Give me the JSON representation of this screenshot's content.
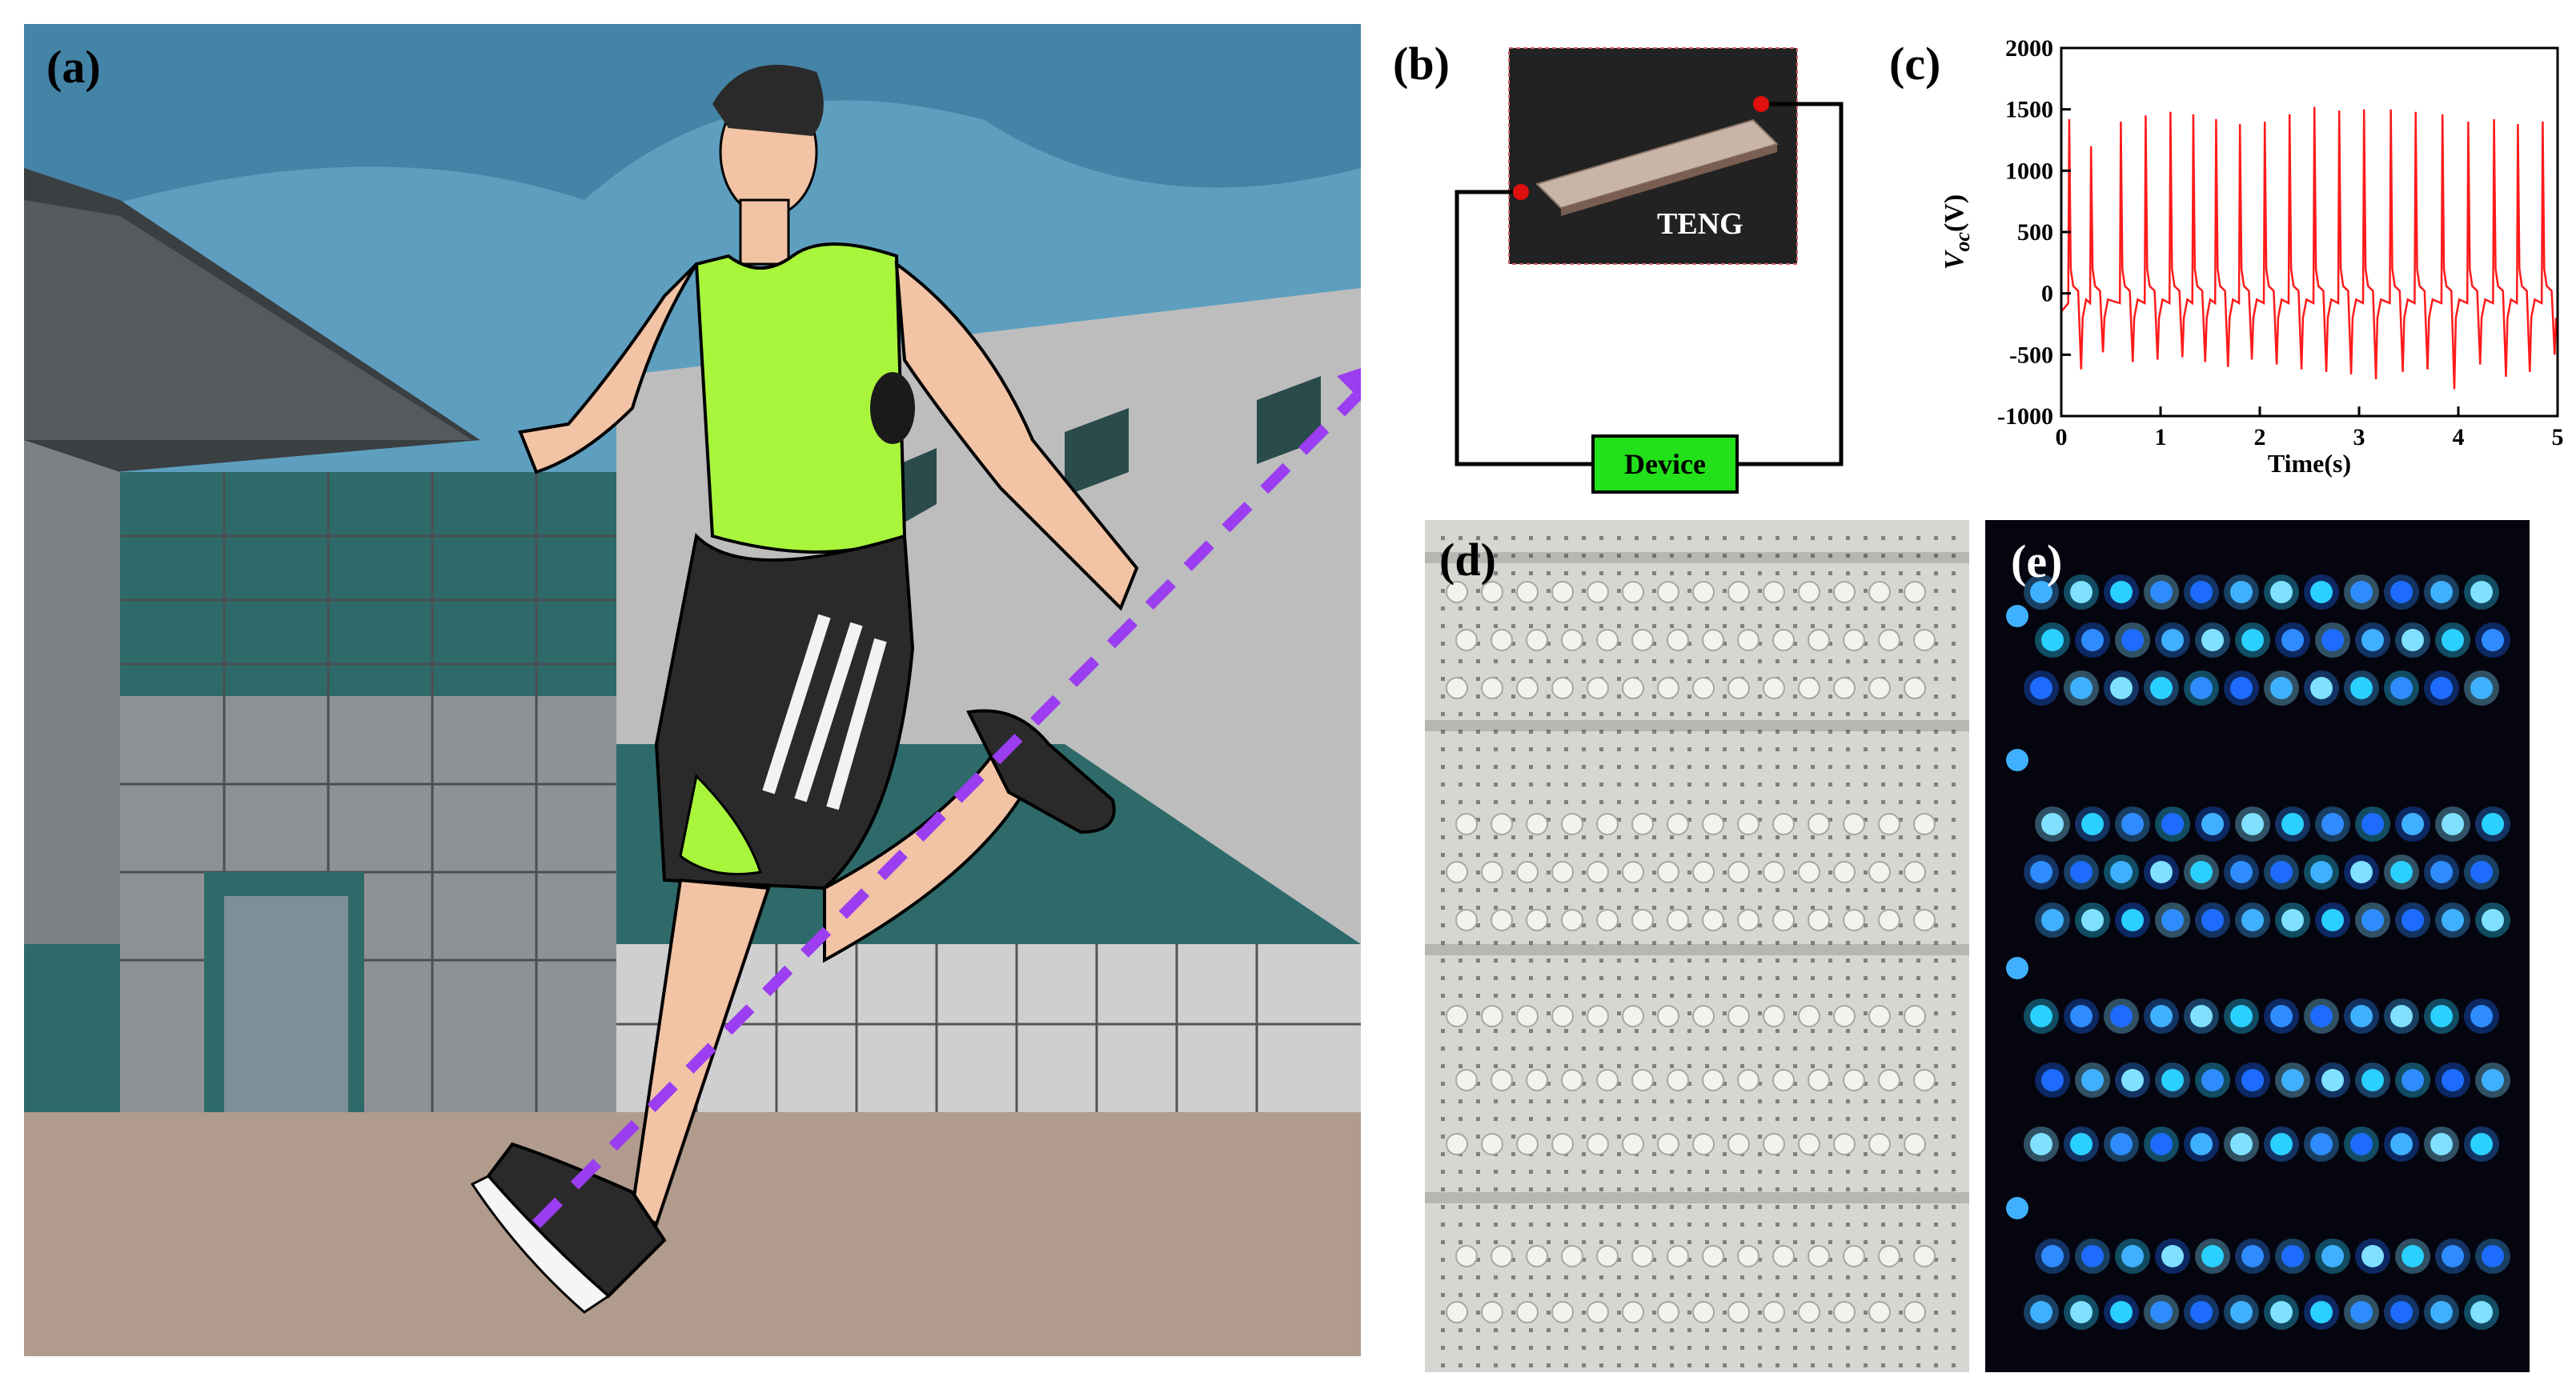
{
  "panels": {
    "a": {
      "label": "(a)"
    },
    "b": {
      "label": "(b)",
      "teng_label": "TENG",
      "device_label": "Device"
    },
    "c": {
      "label": "(c)"
    },
    "d": {
      "label": "(d)"
    },
    "e": {
      "label": "(e)"
    }
  },
  "colors": {
    "sky": "#5e9fc0",
    "vest": "#a8f53c",
    "arrow": "#9b3df0",
    "trace": "#ff1a1a",
    "device_box": "#22e01a",
    "led_on": "#3fb0ff",
    "led_board": "#d8d6d2"
  },
  "chart_data": {
    "type": "line",
    "xlabel": "Time(s)",
    "ylabel_main": "V",
    "ylabel_sub": "oc",
    "ylabel_unit": "(V)",
    "xlim": [
      0,
      5
    ],
    "ylim": [
      -1000,
      2000
    ],
    "xticks": [
      0,
      1,
      2,
      3,
      4,
      5
    ],
    "yticks": [
      -1000,
      -500,
      0,
      500,
      1000,
      1500,
      2000
    ],
    "series": [
      {
        "values": {
          "peak_times": [
            0.08,
            0.3,
            0.6,
            0.85,
            1.1,
            1.33,
            1.56,
            1.8,
            2.05,
            2.3,
            2.55,
            2.8,
            3.05,
            3.32,
            3.57,
            3.84,
            4.1,
            4.36,
            4.6,
            4.85
          ],
          "peak_values": [
            1420,
            1200,
            1400,
            1450,
            1480,
            1460,
            1420,
            1380,
            1400,
            1460,
            1520,
            1490,
            1500,
            1500,
            1480,
            1460,
            1400,
            1420,
            1380,
            1400
          ],
          "trough_values": [
            -620,
            -480,
            -560,
            -540,
            -520,
            -560,
            -600,
            -540,
            -580,
            -620,
            -640,
            -660,
            -700,
            -640,
            -620,
            -780,
            -580,
            -680,
            -640,
            -500
          ]
        }
      }
    ]
  }
}
